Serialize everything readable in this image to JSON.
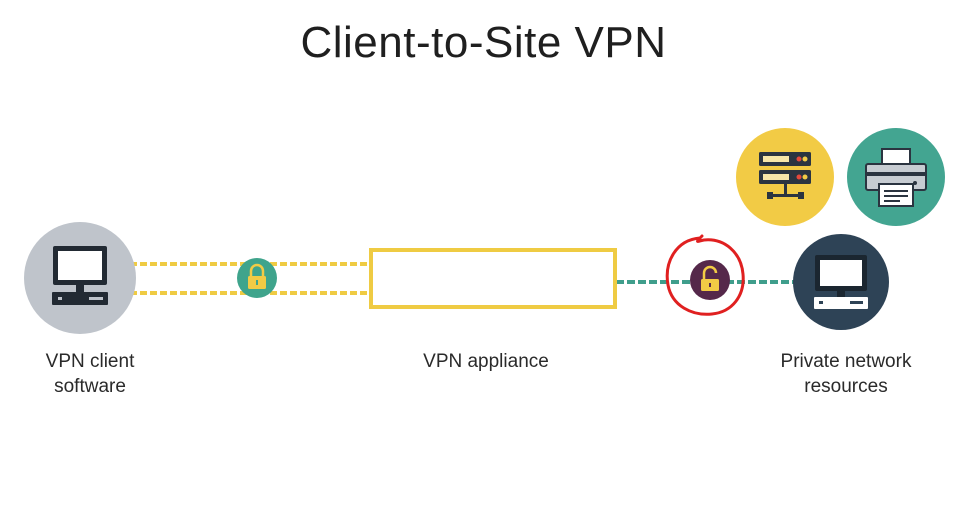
{
  "title": "Client-to-Site VPN",
  "nodes": {
    "client": {
      "label_line1": "VPN client",
      "label_line2": "software",
      "icon": "desktop-computer-icon"
    },
    "appliance": {
      "label": "VPN appliance"
    },
    "private": {
      "label_line1": "Private network",
      "label_line2": "resources",
      "icon": "desktop-computer-icon"
    },
    "server": {
      "icon": "server-rack-icon"
    },
    "printer": {
      "icon": "printer-icon"
    }
  },
  "locks": {
    "tunnel": {
      "state": "locked",
      "icon": "padlock-closed-icon"
    },
    "private_link": {
      "state": "unlocked",
      "icon": "padlock-open-icon"
    }
  },
  "annotation": {
    "type": "hand-drawn-circle",
    "target": "private-link-lock"
  },
  "colors": {
    "tunnel_yellow": "#efcb43",
    "private_teal": "#3f9e8c",
    "client_circle": "#bfc4cb",
    "private_circle": "#2e4356",
    "server_circle": "#f2cb45",
    "printer_circle": "#43a591",
    "lock_locked_bg": "#3fa48c",
    "lock_unlocked_bg": "#55284a",
    "annotation_red": "#e02020"
  }
}
